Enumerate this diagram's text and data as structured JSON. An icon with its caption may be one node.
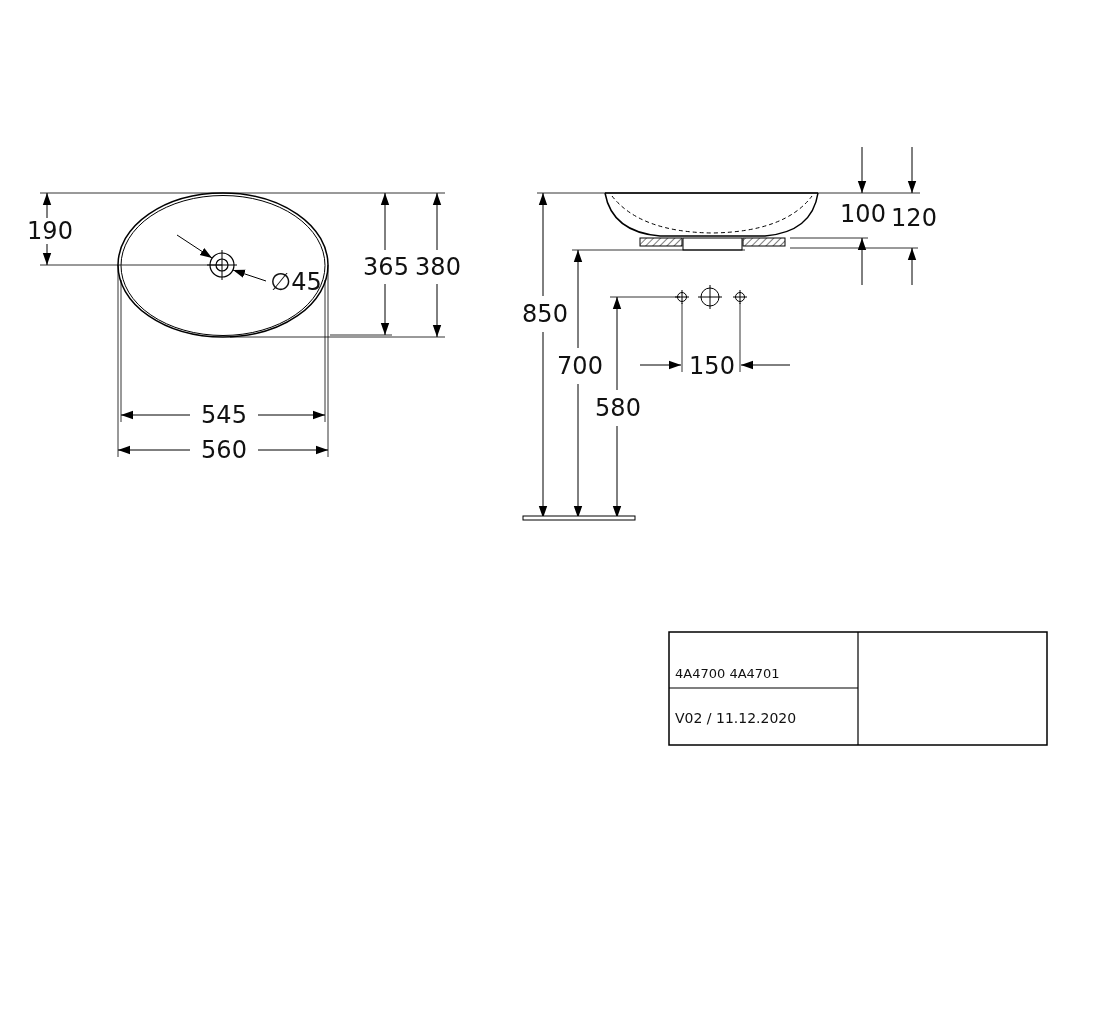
{
  "diagram": {
    "labels": [
      "190",
      "365",
      "380",
      "∅45",
      "545",
      "560",
      "850",
      "100",
      "120",
      "700",
      "150",
      "580",
      "4A4700 4A4701",
      "V02 / 11.12.2020"
    ]
  }
}
